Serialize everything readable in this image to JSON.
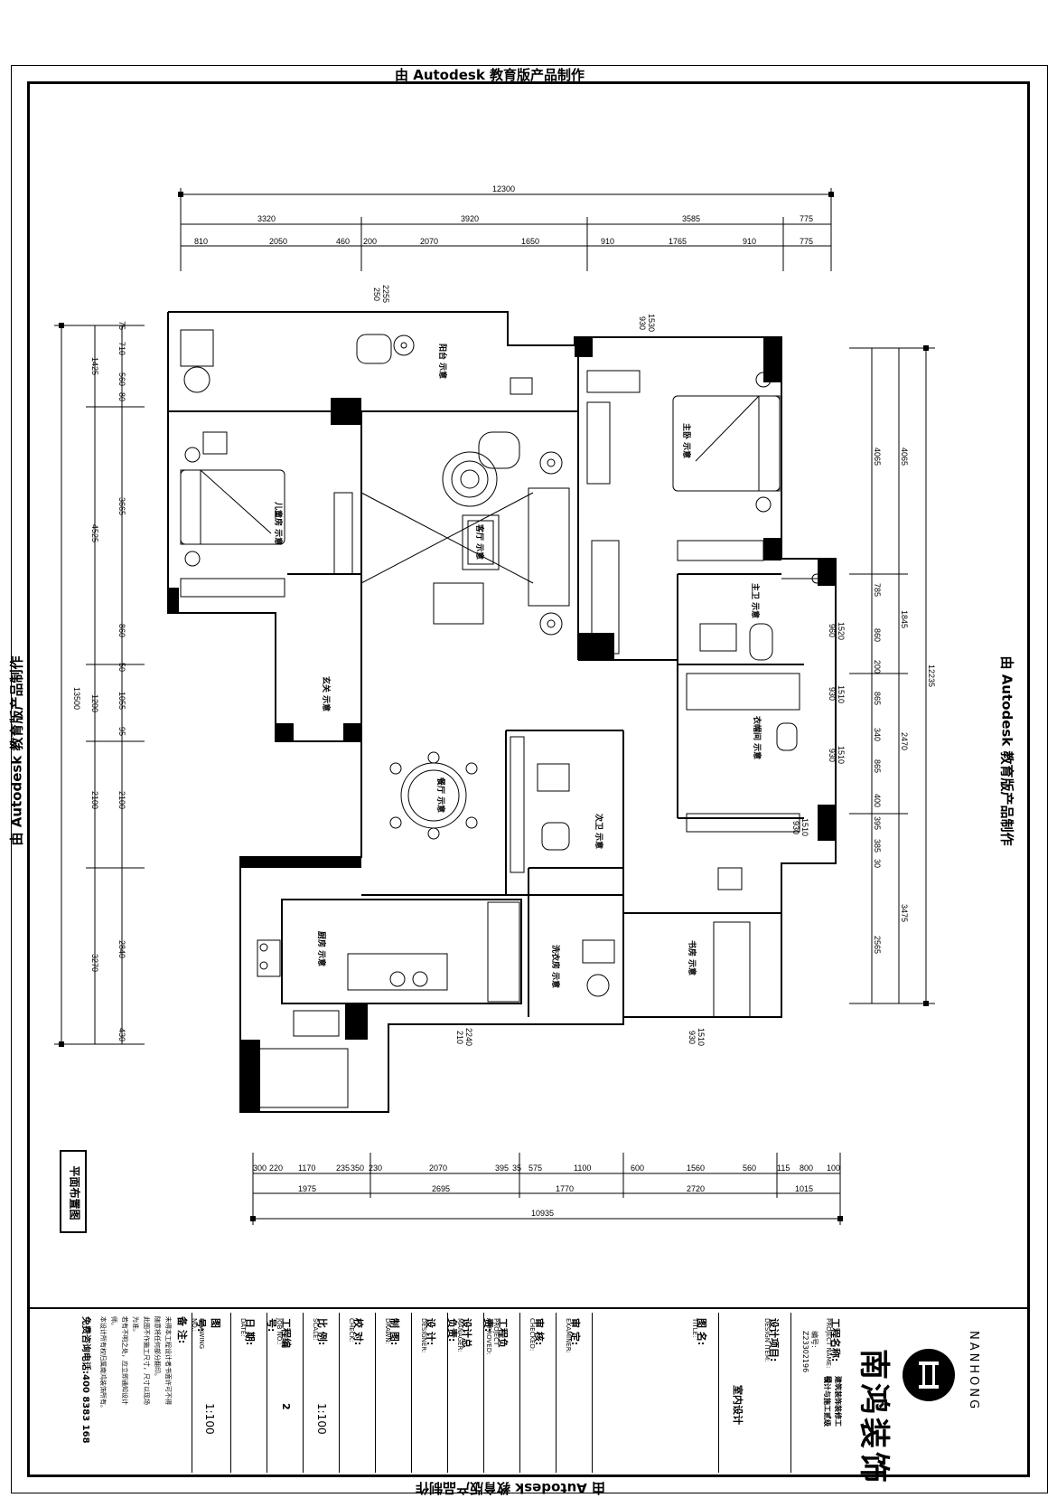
{
  "watermark": "由 Autodesk 教育版产品制作",
  "drawing_title": "平面布置图",
  "dims": {
    "top_total": "12300",
    "top_mid": [
      "3320",
      "3920",
      "3585",
      "775"
    ],
    "top_fine": [
      "810",
      "2050",
      "460",
      "200",
      "2070",
      "1650",
      "910",
      "1765",
      "910",
      "775"
    ],
    "bottom_fine": [
      "300",
      "220",
      "1170",
      "235",
      "350",
      "230",
      "2070",
      "395",
      "35",
      "575",
      "1100",
      "600",
      "1560",
      "560",
      "115",
      "800",
      "100"
    ],
    "bottom_mid": [
      "1975",
      "2695",
      "1770",
      "2720",
      "1015"
    ],
    "bottom_total": "10935",
    "left_total": "13500",
    "left_mid": [
      "1425",
      "4525",
      "1200",
      "2100",
      "3270"
    ],
    "left_fine": [
      "75",
      "710",
      "560",
      "80",
      "3665",
      "860",
      "50",
      "1055",
      "95",
      "2100",
      "2840",
      "430"
    ],
    "right_total": "12235",
    "right_mid": [
      "4065",
      "1845",
      "2470",
      "3475"
    ],
    "right_fine": [
      "4065",
      "785",
      "860",
      "200",
      "865",
      "340",
      "865",
      "400",
      "395",
      "385",
      "30",
      "2565"
    ],
    "windows": [
      {
        "a": "2255",
        "b": "250"
      },
      {
        "a": "1530",
        "b": "930"
      },
      {
        "a": "1520",
        "b": "960"
      },
      {
        "a": "1510",
        "b": "930"
      },
      {
        "a": "1510",
        "b": "930"
      },
      {
        "a": "1510",
        "b": "930"
      },
      {
        "a": "2240",
        "b": "210"
      },
      {
        "a": "1510",
        "b": "930"
      }
    ]
  },
  "rooms": {
    "balcony": "阳台 示意",
    "master_bedroom": "主卧 示意",
    "child_bedroom": "儿童房 示意",
    "living_room": "客厅 示意",
    "master_bath": "主卫 示意",
    "entrance": "玄关 示意",
    "walk_in_closet": "衣帽间 示意",
    "dining": "餐厅 示意",
    "guest_bath": "次卫 示意",
    "kitchen": "厨房 示意",
    "laundry": "洗衣房 示意",
    "study": "书房 示意"
  },
  "title_block": {
    "notes_title": "备 注:",
    "notes": [
      "未得本工程设计者书面许可不得",
      "随意将任何部分翻印。",
      "此图不作施工尺寸，尺寸以现场",
      "为准。",
      "若有不明之处，应立即通知设计",
      "师。",
      "本设计所有权归属南鸿装饰所有。"
    ],
    "hotline": "免费咨询电话:400 8383 168",
    "drawing_no_label": "图 号:",
    "drawing_no_en": "DRAWING NO.:",
    "drawing_no_value": "1:100",
    "date_label": "日 期:",
    "date_en": "DATE:",
    "job_no_label": "工程编号:",
    "job_no_en": "JOB NO.:",
    "job_no_value": "2",
    "scale_label": "比 例:",
    "scale_en": "SCALE:",
    "scale_value": "1:100",
    "check_label": "校 对:",
    "check_en": "CHECK:",
    "drawn_label": "制 图:",
    "drawn_en": "DRAWN:",
    "designer_label": "设 计:",
    "designer_en": "DESIGNER:",
    "manager_label": "设计总负责:",
    "manager_en": "MANAGER:",
    "approved_label": "工程负责:",
    "approved_en": "PROJECT APPROVED:",
    "checked_label": "审 核:",
    "checked_en": "CHECKED:",
    "examiner_label": "审 定:",
    "examiner_en": "EXAMINER:",
    "title_label": "图 名:",
    "title_en": "TITLE:",
    "design_item_label": "设计项目:",
    "design_item_en": "DESIGN ITEM:",
    "design_item_value": "室内设计",
    "project_label": "工程名称:",
    "project_en": "PROJECT NAME:",
    "project_lines": [
      "建筑装饰装修工程",
      "设计与施工贰级"
    ],
    "cert_no": "编号: Z23302196",
    "company_cn": "南鸿装饰",
    "company_en": "NANHONG"
  }
}
